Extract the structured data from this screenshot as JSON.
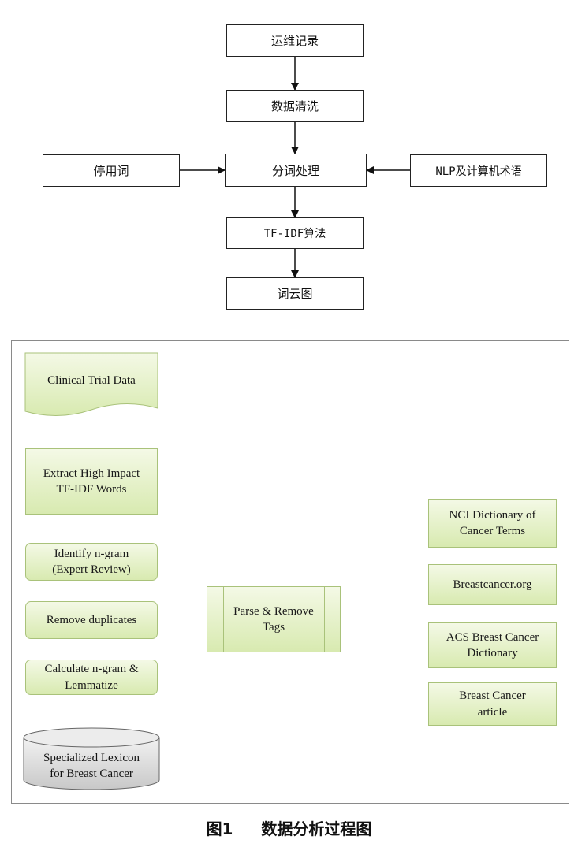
{
  "top_flow": {
    "record": "运维记录",
    "clean": "数据清洗",
    "segment": "分词处理",
    "stopwords": "停用词",
    "terms": "NLP及计算机术语",
    "tfidf": "TF-IDF算法",
    "wordcloud": "词云图"
  },
  "bottom_flow": {
    "clinical": "Clinical Trial Data",
    "extract": "Extract High Impact TF-IDF Words",
    "identify": "Identify n-gram (Expert Review)",
    "remove": "Remove duplicates",
    "calculate": "Calculate n-gram & Lemmatize",
    "lexicon_line1": "Specialized Lexicon",
    "lexicon_line2": "for Breast Cancer",
    "parse": "Parse & Remove Tags",
    "nci": "NCI Dictionary of Cancer Terms",
    "bco": "Breastcancer.org",
    "acs": "ACS Breast Cancer Dictionary",
    "article": "Breast Cancer article"
  },
  "caption": {
    "figure_no": "图1",
    "title": "数据分析过程图"
  }
}
